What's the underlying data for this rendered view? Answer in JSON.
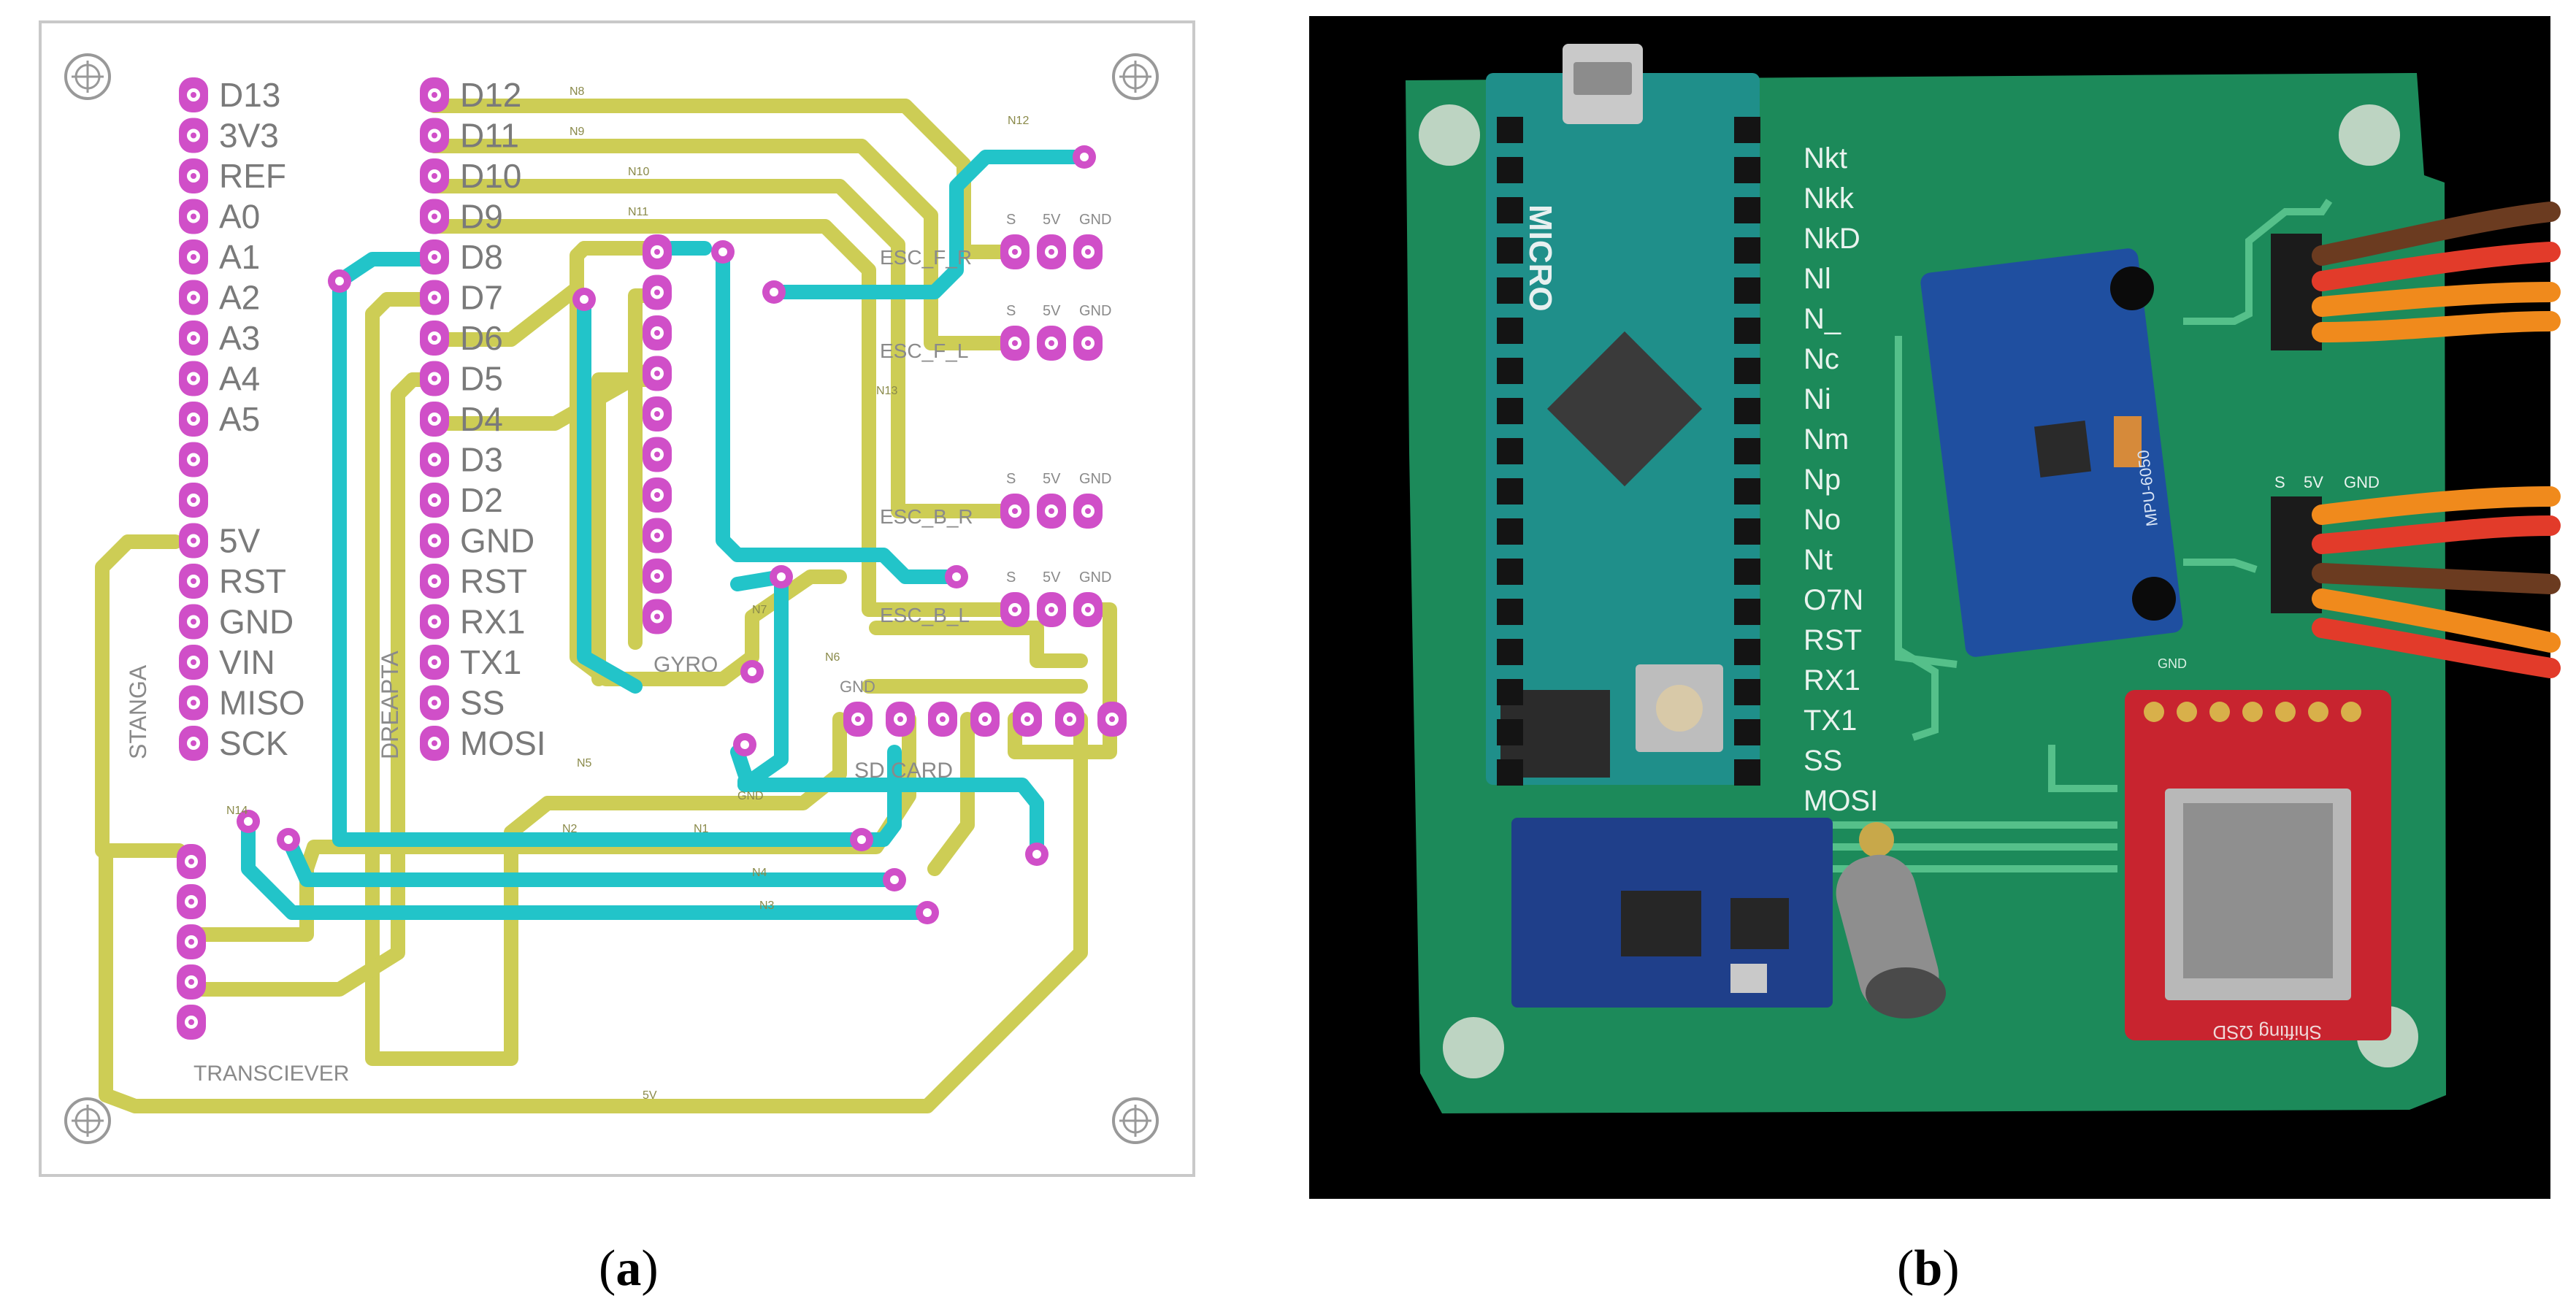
{
  "panel_a": {
    "left_header_labels": [
      "D13",
      "3V3",
      "REF",
      "A0",
      "A1",
      "A2",
      "A3",
      "A4",
      "A5",
      "",
      "",
      "5V",
      "RST",
      "GND",
      "VIN",
      "MISO",
      "SCK"
    ],
    "right_header_labels": [
      "D12",
      "D11",
      "D10",
      "D9",
      "D8",
      "D7",
      "D6",
      "D5",
      "D4",
      "D3",
      "D2",
      "GND",
      "RST",
      "RX1",
      "TX1",
      "SS",
      "MOSI"
    ],
    "left_header_name": "STANGA",
    "right_header_name": "DREAPTA",
    "gyro_label": "GYRO",
    "sd_label": "SD CARD",
    "transceiver_label": "TRANSCIEVER",
    "esc_labels": [
      "ESC_F_R",
      "ESC_F_L",
      "ESC_B_R",
      "ESC_B_L"
    ],
    "esc_pin_labels": [
      "S",
      "5V",
      "GND"
    ],
    "sd_pin_label": "GND",
    "net_labels": [
      "N8",
      "N9",
      "N10",
      "N11",
      "N12",
      "N13",
      "N14",
      "N1",
      "N2",
      "N3",
      "N4",
      "N5",
      "N6",
      "N7",
      "GND",
      "5V"
    ]
  },
  "panel_b": {
    "pin_labels": [
      "Nkt",
      "Nkk",
      "NkD",
      "Nl",
      "N_",
      "Nc",
      "Ni",
      "Nm",
      "Np",
      "No",
      "Nt",
      "O7N",
      "RST",
      "RX1",
      "TX1",
      "SS",
      "MOSI"
    ],
    "arduino_text": "MICRO",
    "gyro_text": "MPU-6050",
    "sd_text": "Shifting ΩSD",
    "connector_labels": [
      "S",
      "5V",
      "GND"
    ],
    "top_pin_label": "GND"
  },
  "captions": {
    "a": "a",
    "b": "b"
  },
  "colors": {
    "trace_yellow": "#cdcd55",
    "trace_cyan": "#22c4c9",
    "pad_magenta": "#d04fc8",
    "board_green": "#1c8a5a",
    "photo_bg": "#000000",
    "sd_red": "#c8242f",
    "module_blue": "#1f4fa0",
    "arduino_teal": "#1f8f8a"
  },
  "icons": [
    "mounting-hole-icon"
  ]
}
